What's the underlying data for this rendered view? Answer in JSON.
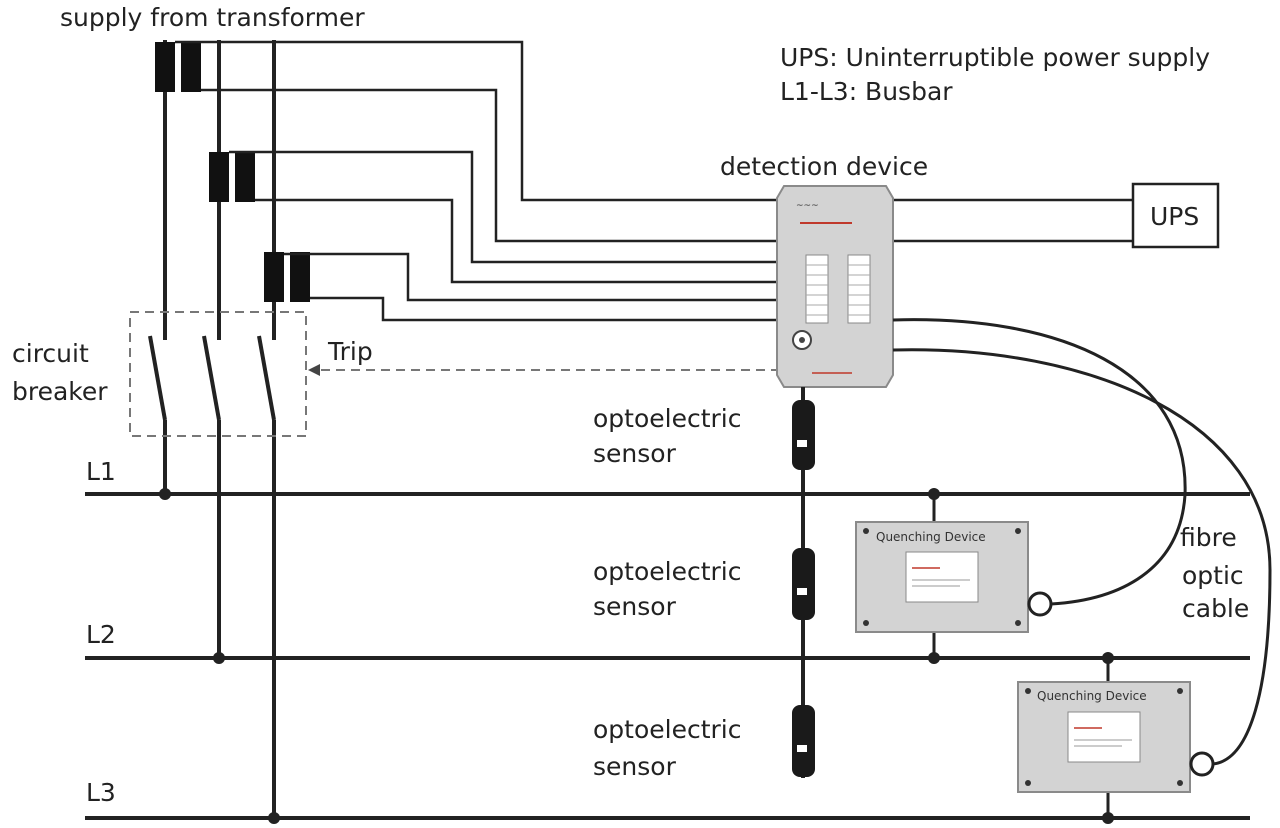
{
  "labels": {
    "supply": "supply from transformer",
    "legend_ups": "UPS: Uninterruptible power supply",
    "legend_busbar": "L1-L3: Busbar",
    "detection_device": "detection device",
    "ups_box": "UPS",
    "circuit": "circuit",
    "breaker": "breaker",
    "trip": "Trip",
    "l1": "L1",
    "l2": "L2",
    "l3": "L3",
    "sensor_line1": "optoelectric",
    "sensor_line2": "sensor",
    "fibre_line1": "fibre",
    "fibre_line2": "optic",
    "fibre_line3": "cable",
    "quenching_1": "Quenching Device",
    "quenching_2": "Quenching Device"
  },
  "colors": {
    "line": "#222222",
    "device_body": "#d3d3d3",
    "device_border": "#8a8a8a",
    "dashed": "#777777"
  }
}
